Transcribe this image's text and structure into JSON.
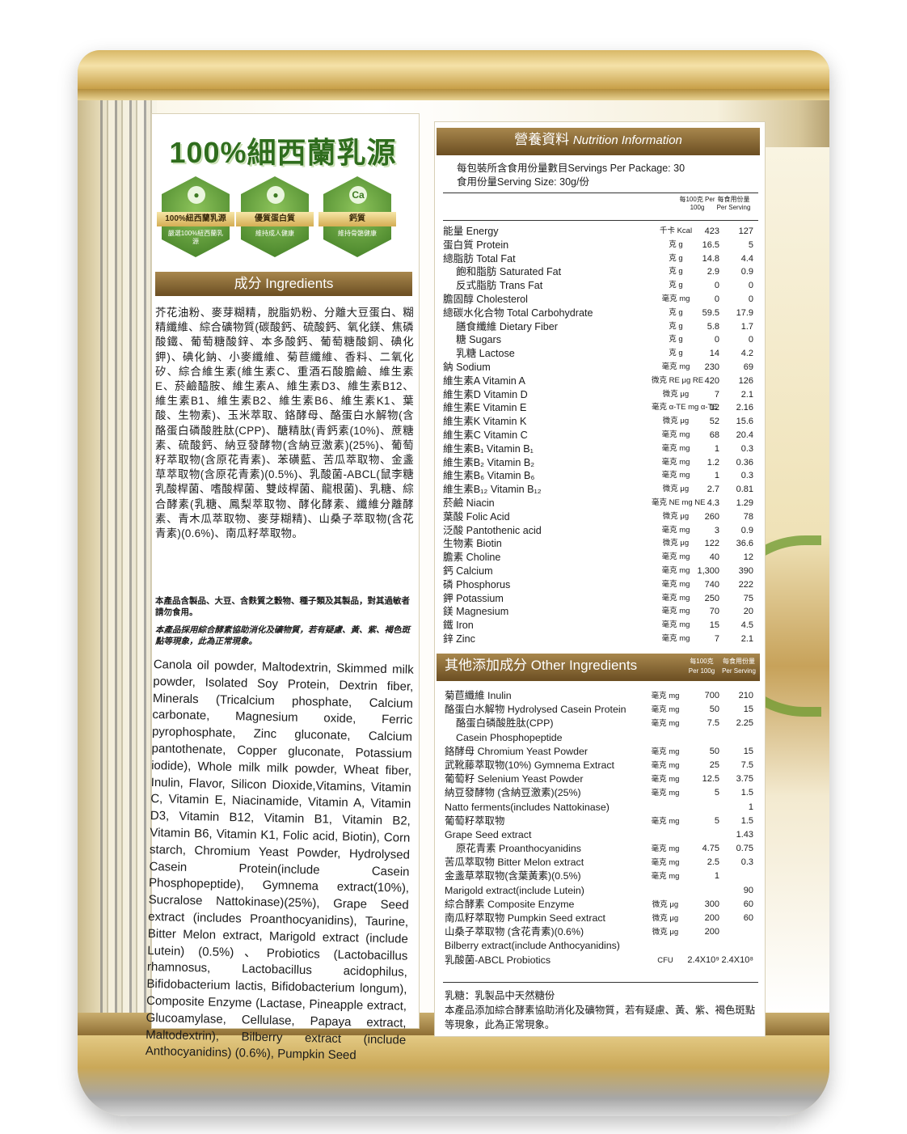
{
  "brand": {
    "title": "100%細西蘭乳源",
    "badges": [
      {
        "label": "100%紐西蘭乳源",
        "sub": "嚴選100%紐西蘭乳源",
        "icon": "cow-icon"
      },
      {
        "label": "優質蛋白質",
        "sub": "維持成人健康",
        "icon": "droplet-icon"
      },
      {
        "label": "鈣質",
        "sub": "維持骨骼健康",
        "icon": "calcium-icon",
        "icon_text": "Ca"
      }
    ]
  },
  "ingredients": {
    "heading": "成分 Ingredients",
    "cn_text": "芥花油粉、麥芽糊精，脫脂奶粉、分離大豆蛋白、糊精纖維、綜合礦物質(碳酸鈣、硫酸鈣、氧化鎂、焦磷酸鐵、葡萄糖酸鋅、本多酸鈣、葡萄糖酸銅、碘化鉀)、碘化鈉、小麥纖維、菊苣纖維、香料、二氧化矽、綜合維生素(維生素C、重酒石酸膽鹼、維生素E、菸鹼醯胺、維生素A、維生素D3、維生素B12、維生素B1、維生素B2、維生素B6、維生素K1、葉酸、生物素)、玉米萃取、鉻酵母、酪蛋白水解物(含酪蛋白磷酸胜肽(CPP)、醣精肽(青鈣素(10%)、蔗糖素、硫酸鈣、納豆發酵物(含納豆激素)(25%)、葡萄籽萃取物(含原花青素)、苯磺藍、苦瓜萃取物、金盞草萃取物(含原花青素)(0.5%)、乳酸菌-ABCL(鼠李糖乳酸桿菌、嗜酸桿菌、雙歧桿菌、龍根菌)、乳糖、綜合酵素(乳糖、鳳梨萃取物、酵化酵素、纖維分離酵素、青木瓜萃取物、麥芽糊精)、山桑子萃取物(含花青素)(0.6%)、南瓜籽萃取物。",
    "allergen_note": "本產品含製品、大豆、含麩質之穀物、種子類及其製品，對其過敏者請勿食用。",
    "enzyme_note": "本產品採用綜合酵素協助消化及礦物質，若有疑慮、黃、紫、褐色斑點等現象，此為正常現象。",
    "en_text": "Canola oil powder, Maltodextrin, Skimmed milk powder, Isolated Soy Protein, Dextrin fiber, Minerals (Tricalcium phosphate, Calcium carbonate, Magnesium oxide, Ferric pyrophosphate, Zinc gluconate, Calcium pantothenate, Copper gluconate, Potassium iodide), Whole milk milk powder, Wheat fiber, Inulin, Flavor, Silicon Dioxide,Vitamins, Vitamin C, Vitamin E, Niacinamide, Vitamin A, Vitamin D3, Vitamin B12, Vitamin B1, Vitamin B2, Vitamin B6, Vitamin K1, Folic acid, Biotin), Corn starch, Chromium Yeast Powder, Hydrolysed Casein Protein(include Casein Phosphopeptide), Gymnema extract(10%), Sucralose Nattokinase)(25%), Grape Seed extract (includes Proanthocyanidins), Taurine, Bitter Melon extract, Marigold extract (include Lutein) (0.5%)、Probiotics (Lactobacillus rhamnosus, Lactobacillus acidophilus, Bifidobacterium lactis, Bifidobacterium longum), Composite Enzyme (Lactase, Pineapple extract, Glucoamylase, Cellulase, Papaya extract, Maltodextrin), Bilberry extract (include Anthocyanidins) (0.6%), Pumpkin Seed"
  },
  "nutrition": {
    "heading_cn": "營養資料",
    "heading_en": "Nutrition Information",
    "servings_per_package": "每包裝所含食用份量數目Servings Per Package: 30",
    "serving_size": "食用份量Serving Size: 30g/份",
    "col1": "每100克 Per 100g",
    "col2": "每食用份量 Per Serving",
    "rows": [
      {
        "name": "能量 Energy",
        "unit": "千卡 Kcal",
        "per100": "423",
        "serving": "127"
      },
      {
        "name": "蛋白質 Protein",
        "unit": "克 g",
        "per100": "16.5",
        "serving": "5"
      },
      {
        "name": "總脂肪 Total Fat",
        "unit": "克 g",
        "per100": "14.8",
        "serving": "4.4"
      },
      {
        "name": "飽和脂肪 Saturated Fat",
        "unit": "克 g",
        "per100": "2.9",
        "serving": "0.9",
        "indent": true
      },
      {
        "name": "反式脂肪 Trans Fat",
        "unit": "克 g",
        "per100": "0",
        "serving": "0",
        "indent": true
      },
      {
        "name": "膽固醇 Cholesterol",
        "unit": "毫克 mg",
        "per100": "0",
        "serving": "0"
      },
      {
        "name": "總碳水化合物 Total Carbohydrate",
        "unit": "克 g",
        "per100": "59.5",
        "serving": "17.9"
      },
      {
        "name": "膳食纖維 Dietary Fiber",
        "unit": "克 g",
        "per100": "5.8",
        "serving": "1.7",
        "indent": true
      },
      {
        "name": "糖 Sugars",
        "unit": "克 g",
        "per100": "0",
        "serving": "0",
        "indent": true
      },
      {
        "name": "乳糖 Lactose",
        "unit": "克 g",
        "per100": "14",
        "serving": "4.2",
        "indent": true
      },
      {
        "name": "鈉 Sodium",
        "unit": "毫克 mg",
        "per100": "230",
        "serving": "69"
      },
      {
        "name": "維生素A Vitamin A",
        "unit": "微克 RE μg RE",
        "per100": "420",
        "serving": "126"
      },
      {
        "name": "維生素D Vitamin D",
        "unit": "微克 μg",
        "per100": "7",
        "serving": "2.1"
      },
      {
        "name": "維生素E Vitamin E",
        "unit": "毫克 α-TE mg α-TE",
        "per100": "12",
        "serving": "2.16"
      },
      {
        "name": "維生素K Vitamin K",
        "unit": "微克 μg",
        "per100": "52",
        "serving": "15.6"
      },
      {
        "name": "維生素C Vitamin C",
        "unit": "毫克 mg",
        "per100": "68",
        "serving": "20.4"
      },
      {
        "name": "維生素B₁ Vitamin B₁",
        "unit": "毫克 mg",
        "per100": "1",
        "serving": "0.3"
      },
      {
        "name": "維生素B₂ Vitamin B₂",
        "unit": "毫克 mg",
        "per100": "1.2",
        "serving": "0.36"
      },
      {
        "name": "維生素B₆ Vitamin B₆",
        "unit": "毫克 mg",
        "per100": "1",
        "serving": "0.3"
      },
      {
        "name": "維生素B₁₂ Vitamin B₁₂",
        "unit": "微克 μg",
        "per100": "2.7",
        "serving": "0.81"
      },
      {
        "name": "菸鹼 Niacin",
        "unit": "毫克 NE mg NE",
        "per100": "4.3",
        "serving": "1.29"
      },
      {
        "name": "葉酸 Folic Acid",
        "unit": "微克 μg",
        "per100": "260",
        "serving": "78"
      },
      {
        "name": "泛酸 Pantothenic acid",
        "unit": "毫克 mg",
        "per100": "3",
        "serving": "0.9"
      },
      {
        "name": "生物素 Biotin",
        "unit": "微克 μg",
        "per100": "122",
        "serving": "36.6"
      },
      {
        "name": "膽素 Choline",
        "unit": "毫克 mg",
        "per100": "40",
        "serving": "12"
      },
      {
        "name": "鈣 Calcium",
        "unit": "毫克 mg",
        "per100": "1,300",
        "serving": "390"
      },
      {
        "name": "磷 Phosphorus",
        "unit": "毫克 mg",
        "per100": "740",
        "serving": "222"
      },
      {
        "name": "鉀 Potassium",
        "unit": "毫克 mg",
        "per100": "250",
        "serving": "75"
      },
      {
        "name": "鎂 Magnesium",
        "unit": "毫克 mg",
        "per100": "70",
        "serving": "20"
      },
      {
        "name": "鐵 Iron",
        "unit": "毫克 mg",
        "per100": "15",
        "serving": "4.5"
      },
      {
        "name": "鋅 Zinc",
        "unit": "毫克 mg",
        "per100": "7",
        "serving": "2.1"
      }
    ]
  },
  "other": {
    "heading": "其他添加成分 Other Ingredients",
    "col1": "每100克 Per 100g",
    "col2": "每食用份量 Per Serving",
    "rows": [
      {
        "name": "菊苣纖維 Inulin",
        "unit": "毫克 mg",
        "per100": "700",
        "serving": "210"
      },
      {
        "name": "酪蛋白水解物 Hydrolysed Casein Protein",
        "unit": "毫克 mg",
        "per100": "50",
        "serving": "15"
      },
      {
        "name": "酪蛋白磷酸胜肽(CPP)",
        "unit": "毫克 mg",
        "per100": "7.5",
        "serving": "2.25",
        "indent": true
      },
      {
        "name": "Casein Phosphopeptide",
        "unit": "",
        "per100": "",
        "serving": "",
        "indent": true
      },
      {
        "name": "鉻酵母 Chromium Yeast Powder",
        "unit": "毫克 mg",
        "per100": "50",
        "serving": "15"
      },
      {
        "name": "武靴藤萃取物(10%) Gymnema Extract",
        "unit": "毫克 mg",
        "per100": "25",
        "serving": "7.5"
      },
      {
        "name": "葡萄籽 Selenium Yeast Powder",
        "unit": "毫克 mg",
        "per100": "12.5",
        "serving": "3.75"
      },
      {
        "name": "納豆發酵物 (含納豆激素)(25%)",
        "unit": "毫克 mg",
        "per100": "5",
        "serving": "1.5"
      },
      {
        "name": "Natto ferments(includes Nattokinase)",
        "unit": "",
        "per100": "",
        "serving": "1"
      },
      {
        "name": "葡萄籽萃取物",
        "unit": "毫克 mg",
        "per100": "5",
        "serving": "1.5"
      },
      {
        "name": "Grape Seed extract",
        "unit": "",
        "per100": "",
        "serving": "1.43"
      },
      {
        "name": "原花青素 Proanthocyanidins",
        "unit": "毫克 mg",
        "per100": "4.75",
        "serving": "0.75",
        "indent": true
      },
      {
        "name": "苦瓜萃取物 Bitter Melon extract",
        "unit": "毫克 mg",
        "per100": "2.5",
        "serving": "0.3"
      },
      {
        "name": "金盞草萃取物(含葉黃素)(0.5%)",
        "unit": "毫克 mg",
        "per100": "1",
        "serving": ""
      },
      {
        "name": "Marigold extract(include Lutein)",
        "unit": "",
        "per100": "",
        "serving": "90"
      },
      {
        "name": "綜合酵素 Composite Enzyme",
        "unit": "微克 μg",
        "per100": "300",
        "serving": "60"
      },
      {
        "name": "南瓜籽萃取物 Pumpkin Seed extract",
        "unit": "微克 μg",
        "per100": "200",
        "serving": "60"
      },
      {
        "name": "山桑子萃取物 (含花青素)(0.6%)",
        "unit": "微克 μg",
        "per100": "200",
        "serving": ""
      },
      {
        "name": "Bilberry extract(include Anthocyanidins)",
        "unit": "",
        "per100": "",
        "serving": ""
      },
      {
        "name": "乳酸菌-ABCL Probiotics",
        "unit": "CFU",
        "per100": "2.4X10⁹",
        "serving": "2.4X10⁸"
      }
    ]
  },
  "footnotes": {
    "lactose": "乳糖：乳製品中天然糖份",
    "enzyme": "本產品添加綜合酵素協助消化及礦物質，若有疑慮、黃、紫、褐色斑點等現象，此為正常現象。"
  }
}
